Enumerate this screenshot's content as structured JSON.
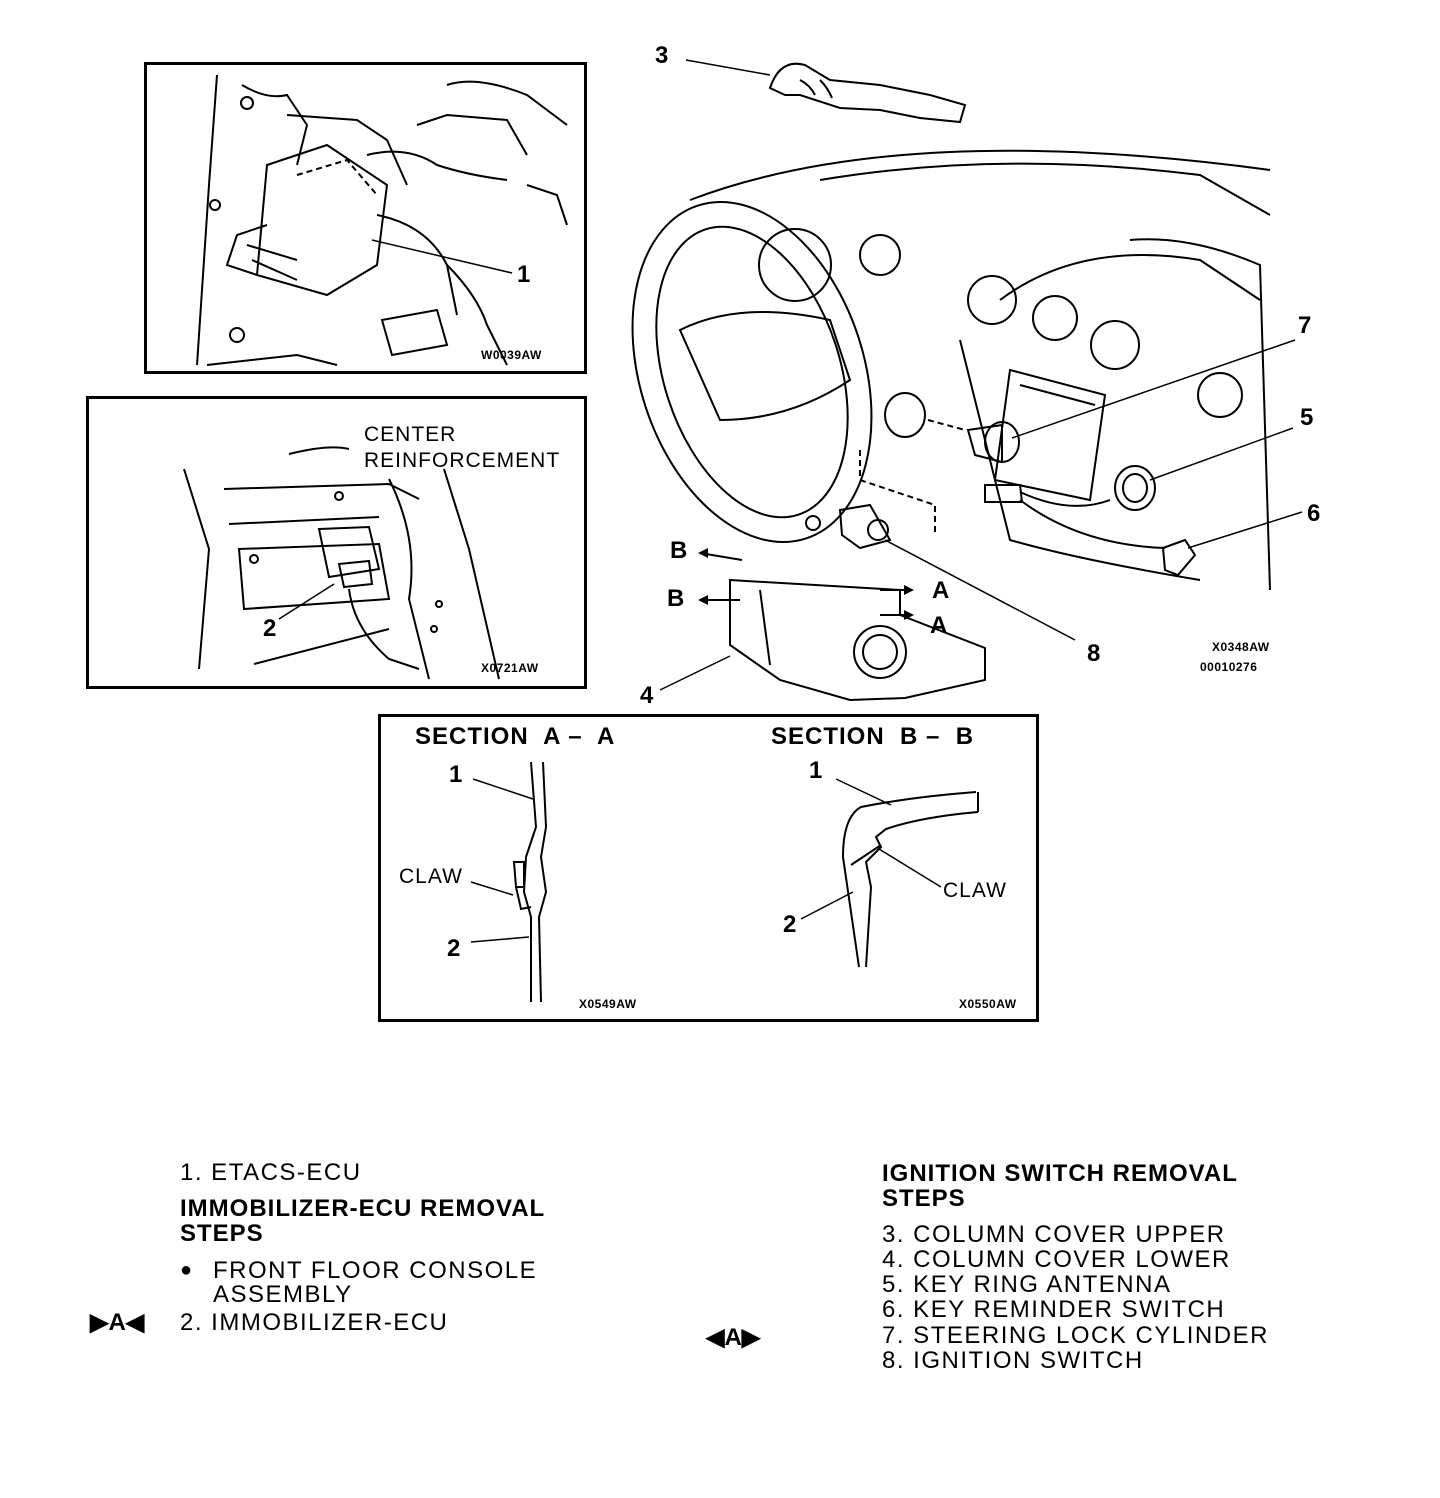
{
  "panels": {
    "etacs": {
      "code": "W0039AW",
      "callout": "1"
    },
    "immobilizer": {
      "code": "X0721AW",
      "callout": "2",
      "label_line1": "CENTER",
      "label_line2": "REINFORCEMENT"
    },
    "steering": {
      "code": "X0348AW",
      "code2": "00010276",
      "callouts": [
        "3",
        "4",
        "5",
        "6",
        "7",
        "8"
      ],
      "section_markers": [
        "B",
        "B",
        "A",
        "A"
      ]
    },
    "sections": {
      "a_title": "SECTION  A –  A",
      "b_title": "SECTION  B –  B",
      "a_code": "X0549AW",
      "b_code": "X0550AW",
      "claw": "CLAW",
      "a1": "1",
      "a2": "2",
      "b1": "1",
      "b2": "2"
    }
  },
  "legend_left": {
    "item1": "1. ETACS-ECU",
    "heading_line1": "IMMOBILIZER-ECU REMOVAL",
    "heading_line2": "STEPS",
    "bullet": "●",
    "step_bullet_line1": "FRONT FLOOR CONSOLE",
    "step_bullet_line2": "ASSEMBLY",
    "marker": "▶A◀",
    "step2": "2. IMMOBILIZER-ECU"
  },
  "legend_right": {
    "heading_line1": "IGNITION SWITCH REMOVAL",
    "heading_line2": "STEPS",
    "marker": "◀A▶",
    "steps": [
      "3. COLUMN COVER UPPER",
      "4. COLUMN COVER LOWER",
      "5. KEY RING ANTENNA",
      "6. KEY REMINDER SWITCH",
      "7. STEERING LOCK CYLINDER",
      "8. IGNITION SWITCH"
    ]
  }
}
